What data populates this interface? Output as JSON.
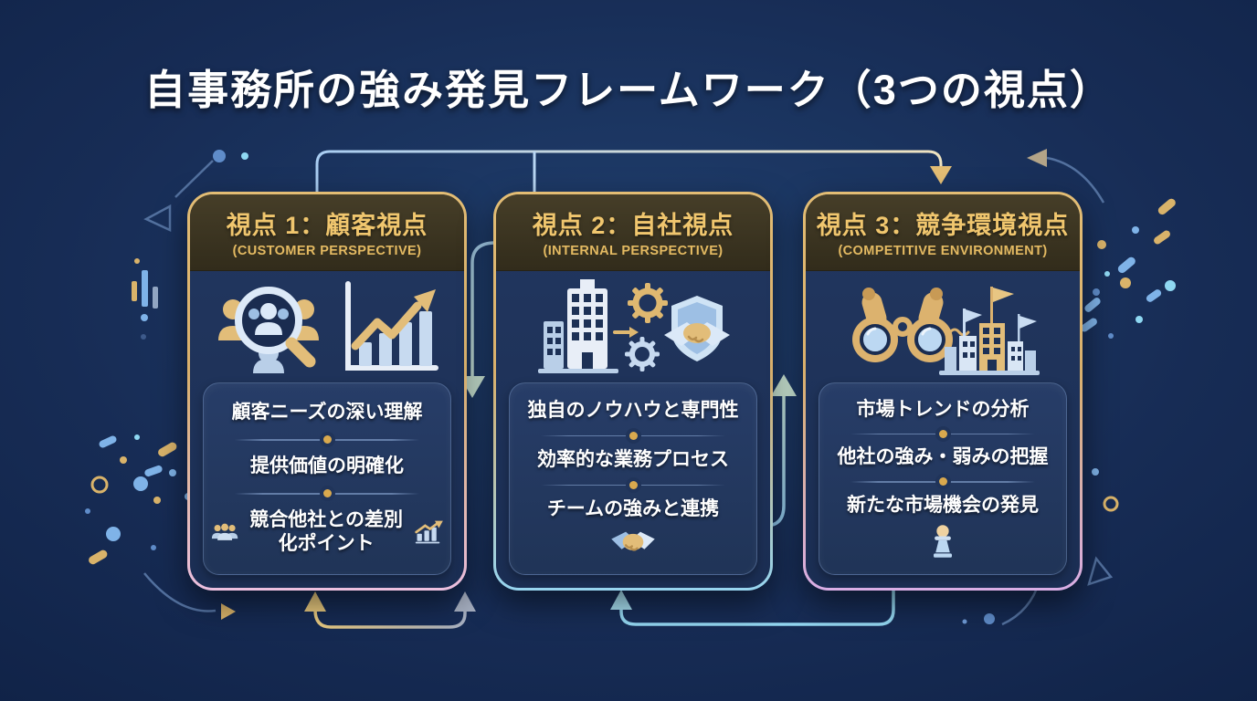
{
  "title": "自事務所の強み発見フレームワーク（3つの視点）",
  "cards": [
    {
      "id": "customer",
      "heading": "視点 1：顧客視点",
      "subheading": "(CUSTOMER PERSPECTIVE)",
      "icons": [
        "customer-search-icon",
        "growth-chart-icon"
      ],
      "items": [
        {
          "text": "顧客ニーズの深い理解"
        },
        {
          "text": "提供価値の明確化"
        },
        {
          "text": "競合他社との差別化ポイント",
          "icon_left": "people-icon",
          "icon_right": "mini-growth-chart-icon"
        }
      ],
      "border_top_color": "#e3bd74",
      "border_bottom_color": "#ecc0e0"
    },
    {
      "id": "internal",
      "heading": "視点 2：自社視点",
      "subheading": "(INTERNAL PERSPECTIVE)",
      "icons": [
        "office-building-icon",
        "gears-icon",
        "shield-handshake-icon"
      ],
      "items": [
        {
          "text": "独自のノウハウと専門性"
        },
        {
          "text": "効率的な業務プロセス"
        },
        {
          "text": "チームの強みと連携"
        }
      ],
      "footer_icon": "handshake-icon",
      "border_top_color": "#e3bd74",
      "border_bottom_color": "#97d5f0"
    },
    {
      "id": "competitive",
      "heading": "視点 3：競争環境視点",
      "subheading": "(COMPETITIVE ENVIRONMENT)",
      "icons": [
        "binoculars-icon",
        "city-flags-icon"
      ],
      "items": [
        {
          "text": "市場トレンドの分析"
        },
        {
          "text": "他社の強み・弱みの把握"
        },
        {
          "text": "新たな市場機会の発見"
        }
      ],
      "footer_icon": "chess-pawn-icon",
      "border_top_color": "#e3bd74",
      "border_bottom_color": "#d9aee6"
    }
  ],
  "colors": {
    "background_navy": "#172c55",
    "card_body": "#1e3156",
    "header_band": "#3a3323",
    "gold_accent": "#e7c476",
    "heading_gold": "#f0c66e",
    "item_text": "#ffffff",
    "panel_blue": "#243a63",
    "arrow_mint": "#cfead9",
    "arrow_cyan": "#93d6f0",
    "arrow_gray": "#a7b0c2"
  }
}
